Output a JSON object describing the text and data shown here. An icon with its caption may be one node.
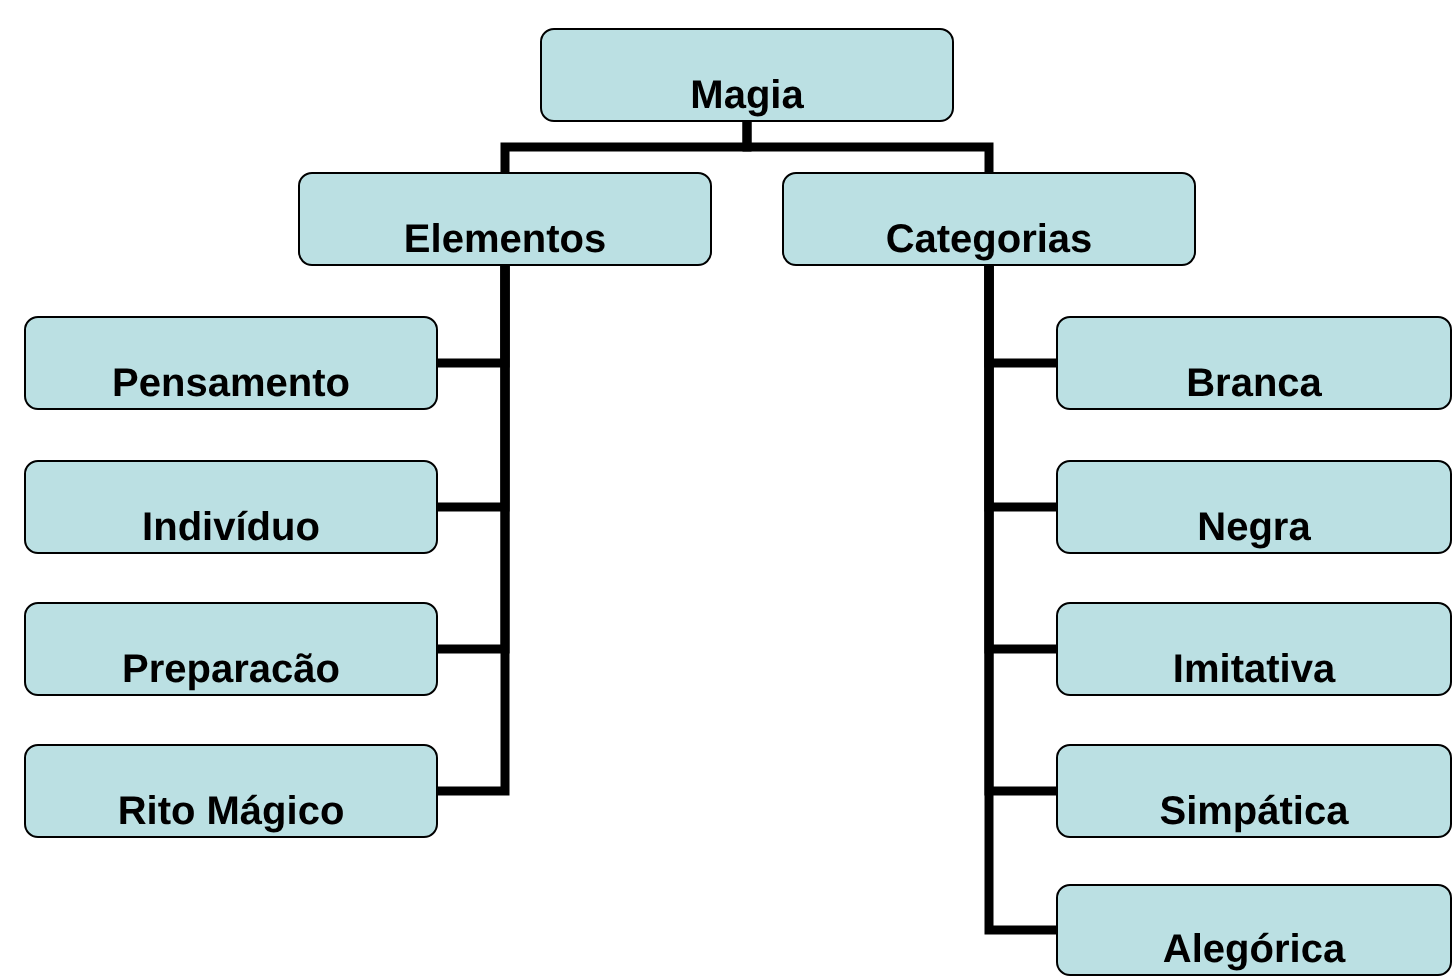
{
  "diagram": {
    "nodes": [
      {
        "text": [
          "Magia"
        ]
      },
      {
        "text": [
          "Elementos"
        ]
      },
      {
        "text": [
          "Categorias"
        ]
      },
      {
        "text": [
          "Pensamento"
        ]
      },
      {
        "text": [
          "Indivíduo"
        ]
      },
      {
        "text": [
          "Preparacão"
        ]
      },
      {
        "text": [
          "Rito Mágico"
        ]
      },
      {
        "text": [
          "Branca"
        ]
      },
      {
        "text": [
          "Negra"
        ]
      },
      {
        "text": [
          "Imitativa"
        ]
      },
      {
        "text": [
          "Simpática"
        ]
      },
      {
        "text": [
          "Alegórica"
        ]
      }
    ],
    "edges": [
      {
        "from": 0,
        "to": 1,
        "arrow": "none"
      },
      {
        "from": 0,
        "to": 2,
        "arrow": "none"
      },
      {
        "from": 1,
        "to": 3,
        "arrow": "none"
      },
      {
        "from": 1,
        "to": 4,
        "arrow": "none"
      },
      {
        "from": 1,
        "to": 5,
        "arrow": "none"
      },
      {
        "from": 1,
        "to": 6,
        "arrow": "none"
      },
      {
        "from": 2,
        "to": 7,
        "arrow": "none"
      },
      {
        "from": 2,
        "to": 8,
        "arrow": "none"
      },
      {
        "from": 2,
        "to": 9,
        "arrow": "none"
      },
      {
        "from": 2,
        "to": 10,
        "arrow": "none"
      },
      {
        "from": 2,
        "to": 11,
        "arrow": "none"
      }
    ]
  }
}
